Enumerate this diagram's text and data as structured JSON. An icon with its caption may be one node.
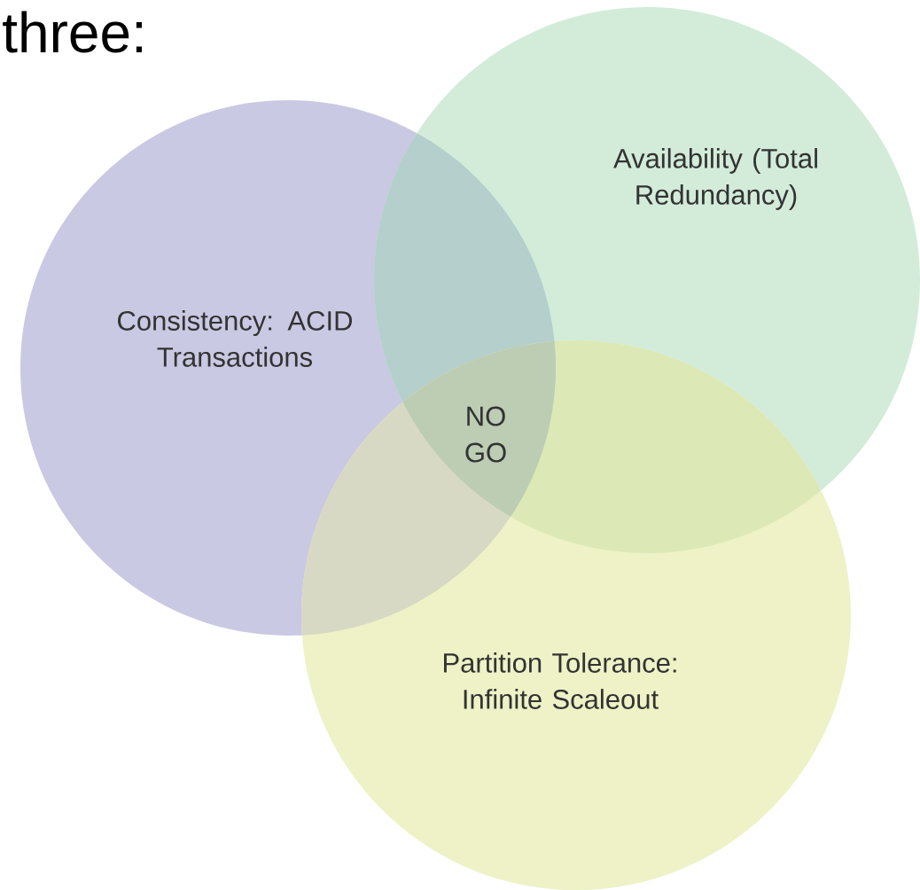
{
  "diagram": {
    "title": "three:",
    "nodes": [
      {
        "text": [
          "Consistency: ACID Transactions"
        ]
      },
      {
        "text": [
          "Availability (Total Redundancy)"
        ]
      },
      {
        "text": [
          "Partition Tolerance: Infinite Scaleout"
        ]
      }
    ],
    "labels": [
      "NO GO"
    ]
  }
}
